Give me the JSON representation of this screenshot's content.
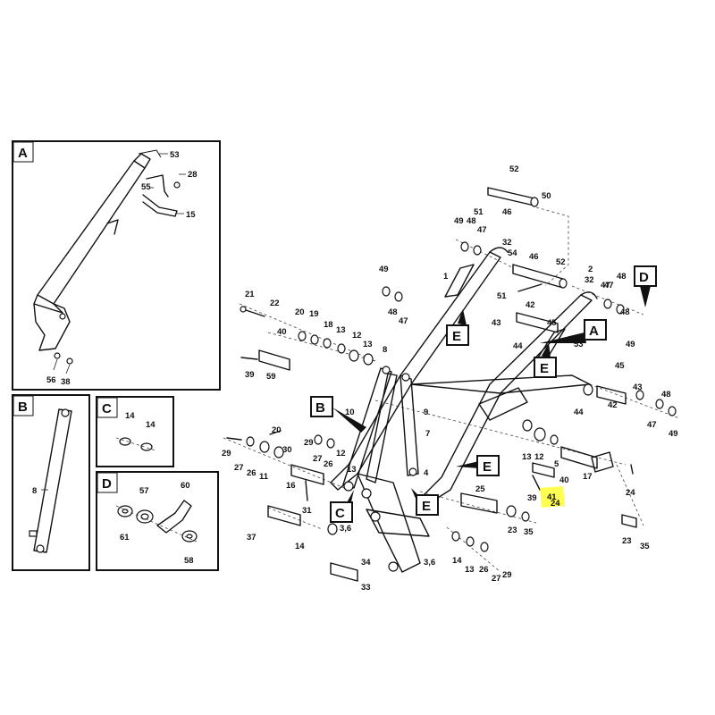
{
  "panels": [
    {
      "letter": "A",
      "labels": [
        "53",
        "28",
        "55",
        "15",
        "56",
        "38"
      ]
    },
    {
      "letter": "B",
      "labels": [
        "8"
      ]
    },
    {
      "letter": "C",
      "labels": [
        "14",
        "14"
      ]
    },
    {
      "letter": "D",
      "labels": [
        "57",
        "60",
        "61",
        "58"
      ]
    }
  ],
  "tags": [
    "A",
    "B",
    "C",
    "D",
    "E",
    "E",
    "E",
    "E"
  ],
  "main_labels": [
    "52",
    "51",
    "46",
    "50",
    "49",
    "48",
    "47",
    "32",
    "54",
    "46",
    "52",
    "1",
    "2",
    "32",
    "47",
    "48",
    "49",
    "48",
    "47",
    "51",
    "42",
    "43",
    "45",
    "44",
    "53",
    "49",
    "48",
    "47",
    "45",
    "43",
    "48",
    "44",
    "42",
    "47",
    "49",
    "21",
    "22",
    "20",
    "19",
    "18",
    "13",
    "12",
    "13",
    "40",
    "39",
    "59",
    "8",
    "10",
    "9",
    "7",
    "20",
    "29",
    "27",
    "26",
    "11",
    "16",
    "30",
    "29",
    "27",
    "26",
    "12",
    "13",
    "4",
    "31",
    "37",
    "14",
    "3,6",
    "34",
    "33",
    "25",
    "23",
    "35",
    "14",
    "13",
    "26",
    "27",
    "29",
    "3,6",
    "12",
    "13",
    "39",
    "41",
    "40",
    "17",
    "24",
    "23",
    "35",
    "24",
    "5"
  ],
  "highlight": {
    "label": "41",
    "color": "#ffff33"
  }
}
